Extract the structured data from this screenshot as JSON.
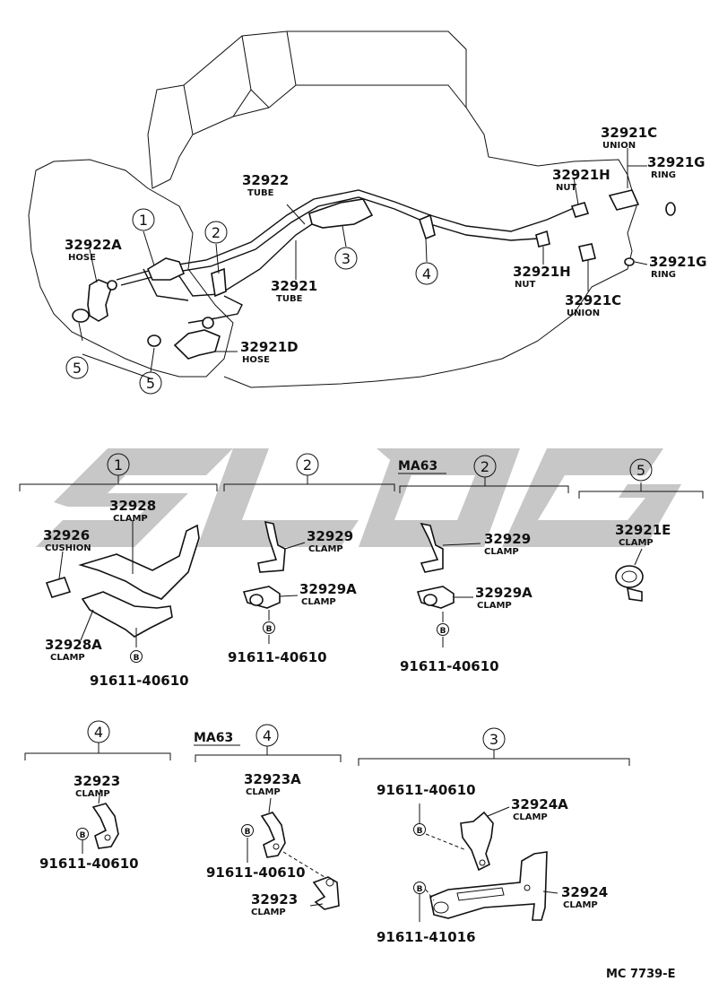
{
  "colors": {
    "ink": "#111111",
    "watermark": "#bdbdbd",
    "background": "#ffffff"
  },
  "overview": {
    "callouts": [
      {
        "num": "32922A",
        "sub": "HOSE"
      },
      {
        "num": "32922",
        "sub": "TUBE"
      },
      {
        "num": "32921",
        "sub": "TUBE"
      },
      {
        "num": "32921D",
        "sub": "HOSE"
      },
      {
        "num": "32921C",
        "sub": "UNION"
      },
      {
        "num": "32921H",
        "sub": "NUT"
      },
      {
        "num": "32921G",
        "sub": "RING"
      },
      {
        "num": "32921H",
        "sub": "NUT"
      },
      {
        "num": "32921C",
        "sub": "UNION"
      },
      {
        "num": "32921G",
        "sub": "RING"
      }
    ],
    "circles": [
      "1",
      "2",
      "3",
      "4",
      "5",
      "5"
    ]
  },
  "groups": {
    "g1": {
      "circle": "1",
      "parts": [
        {
          "num": "32928",
          "sub": "CLAMP"
        },
        {
          "num": "32926",
          "sub": "CUSHION"
        },
        {
          "num": "32928A",
          "sub": "CLAMP"
        }
      ],
      "bolt": "B",
      "bolt_pn": "91611-40610"
    },
    "g2": {
      "circle": "2",
      "parts": [
        {
          "num": "32929",
          "sub": "CLAMP"
        },
        {
          "num": "32929A",
          "sub": "CLAMP"
        }
      ],
      "bolt": "B",
      "bolt_pn": "91611-40610"
    },
    "g2b": {
      "model": "MA63",
      "circle": "2",
      "parts": [
        {
          "num": "32929",
          "sub": "CLAMP"
        },
        {
          "num": "32929A",
          "sub": "CLAMP"
        }
      ],
      "bolt": "B",
      "bolt_pn": "91611-40610"
    },
    "g5": {
      "circle": "5",
      "parts": [
        {
          "num": "32921E",
          "sub": "CLAMP"
        }
      ]
    },
    "g4": {
      "circle": "4",
      "parts": [
        {
          "num": "32923",
          "sub": "CLAMP"
        }
      ],
      "bolt": "B",
      "bolt_pn": "91611-40610"
    },
    "g4b": {
      "model": "MA63",
      "circle": "4",
      "parts": [
        {
          "num": "32923A",
          "sub": "CLAMP"
        },
        {
          "num": "32923",
          "sub": "CLAMP"
        }
      ],
      "bolt": "B",
      "bolt_pn": "91611-40610"
    },
    "g3": {
      "circle": "3",
      "parts": [
        {
          "num": "32924A",
          "sub": "CLAMP"
        },
        {
          "num": "32924",
          "sub": "CLAMP"
        }
      ],
      "bolt": "B",
      "bolt_pn_a": "91611-40610",
      "bolt_pn_b": "91611-41016"
    }
  },
  "footer": {
    "code": "MC  7739-E"
  }
}
